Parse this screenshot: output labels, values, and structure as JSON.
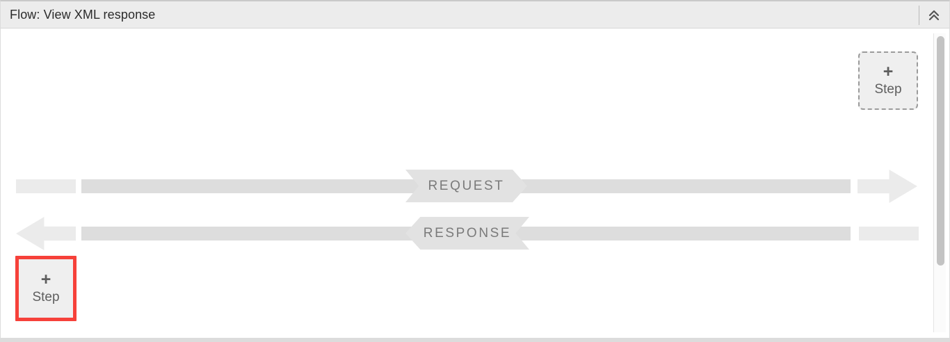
{
  "panel": {
    "header": {
      "title": "Flow: View XML response",
      "collapse_icon": "double-chevron-up-icon"
    }
  },
  "canvas": {
    "steps": [
      {
        "id": "add-step-top",
        "plus": "+",
        "label": "Step",
        "state": "dashed",
        "border_color": "#9b9b9b"
      },
      {
        "id": "add-step-bottom",
        "plus": "+",
        "label": "Step",
        "state": "highlighted",
        "border_color": "#f6413a"
      }
    ],
    "rows": [
      {
        "id": "request-row",
        "label": "REQUEST",
        "direction": "right",
        "bar_light_color": "#ebebeb",
        "bar_dark_color": "#dddddd",
        "banner_color": "#e2e2e2",
        "label_color": "#7a7a7a"
      },
      {
        "id": "response-row",
        "label": "RESPONSE",
        "direction": "left",
        "bar_light_color": "#ebebeb",
        "bar_dark_color": "#dddddd",
        "banner_color": "#e2e2e2",
        "label_color": "#7a7a7a"
      }
    ]
  },
  "scrollbar": {
    "orientation": "vertical",
    "thumb_color": "#c3c3c3"
  }
}
